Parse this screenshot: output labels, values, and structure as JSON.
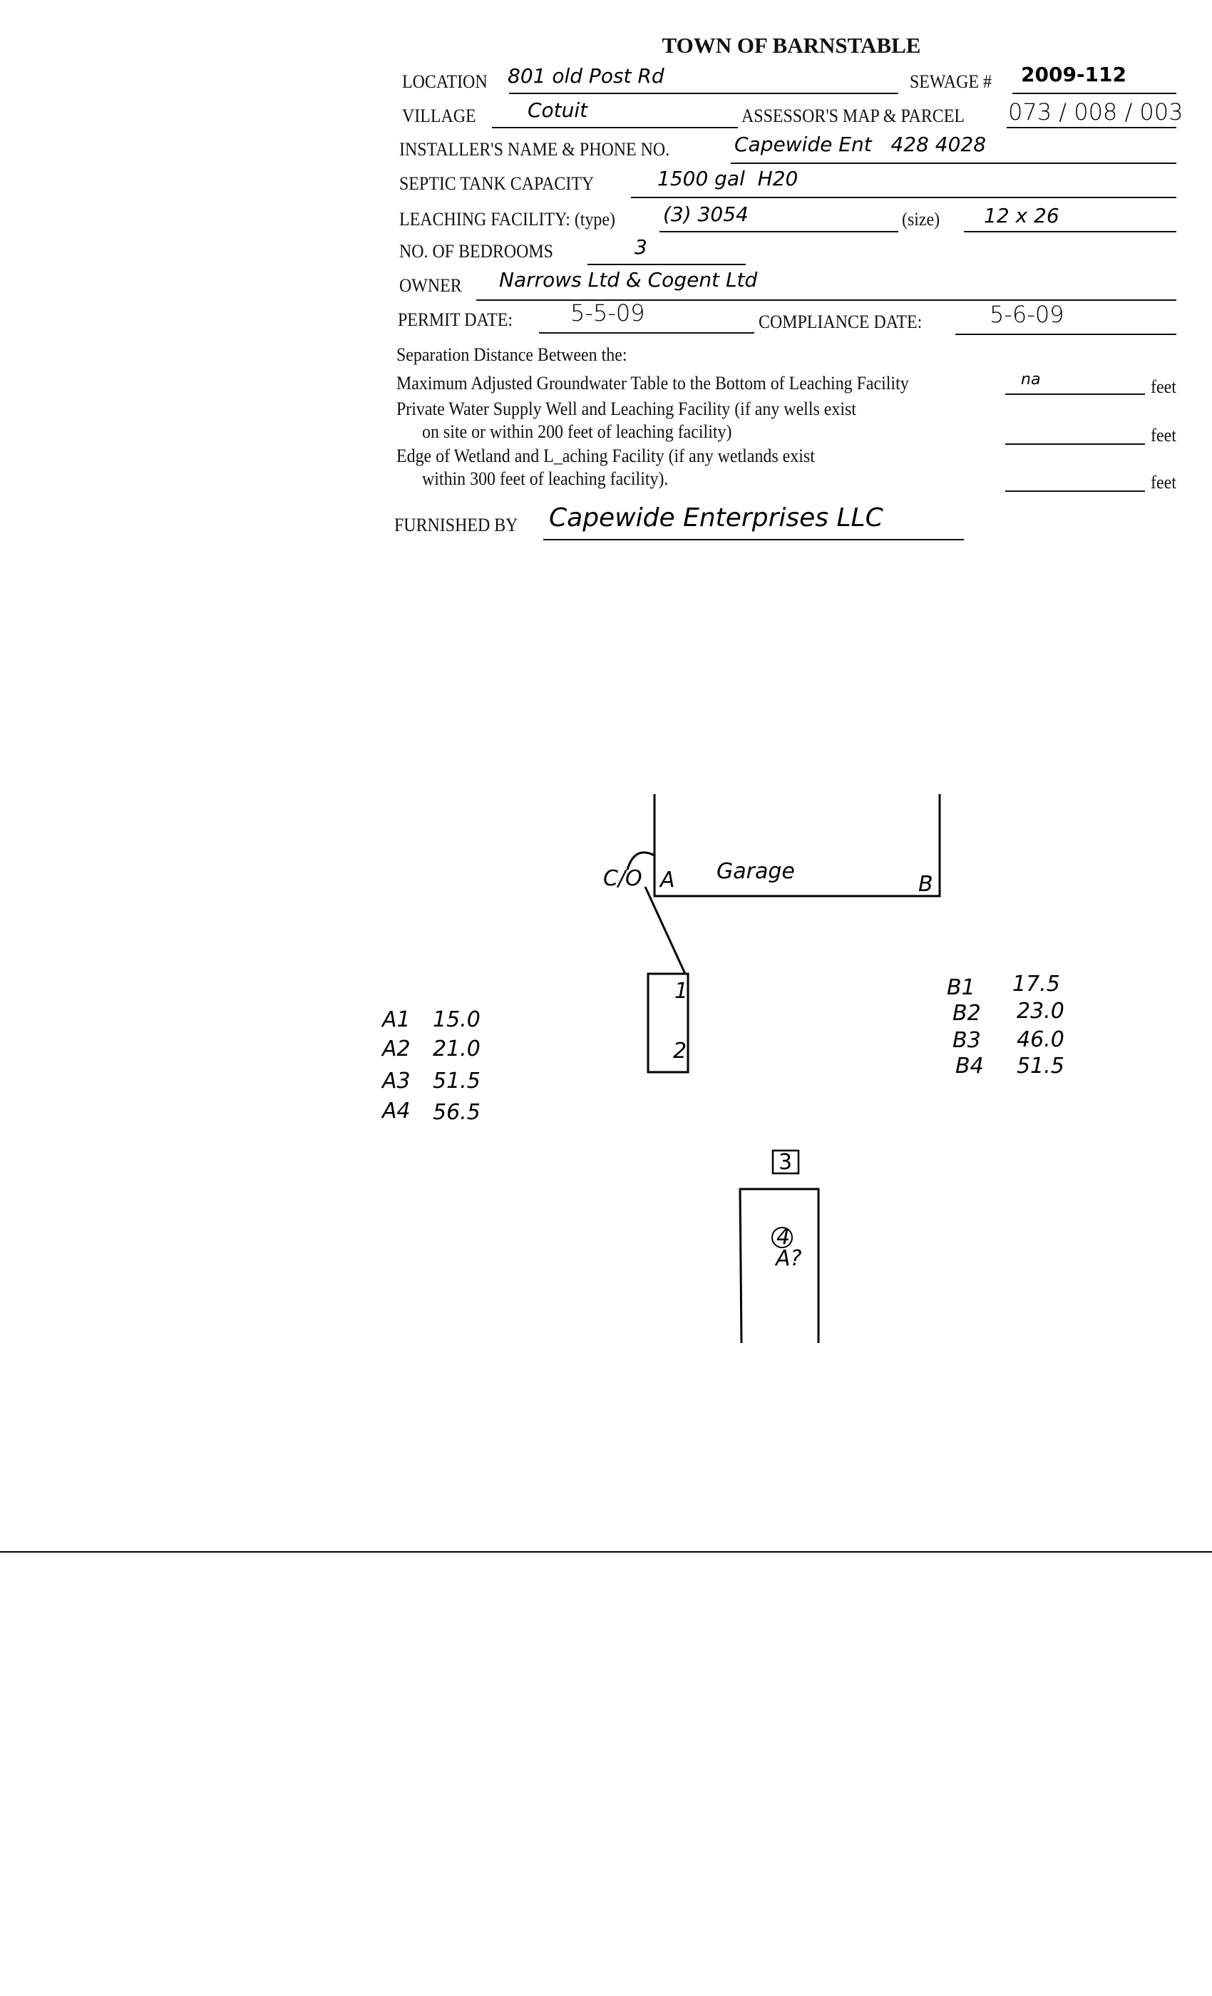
{
  "title": "TOWN OF BARNSTABLE",
  "form": {
    "location": {
      "label": "LOCATION",
      "value": "801 old Post Rd"
    },
    "sewage": {
      "label": "SEWAGE #",
      "value": "2009-112"
    },
    "village": {
      "label": "VILLAGE",
      "value": "Cotuit"
    },
    "assessor": {
      "label": "ASSESSOR'S MAP & PARCEL",
      "value": "073 / 008 / 003"
    },
    "installer": {
      "label": "INSTALLER'S NAME & PHONE NO.",
      "value": "Capewide Ent   428 4028"
    },
    "septic": {
      "label": "SEPTIC TANK CAPACITY",
      "value": "1500 gal  H20"
    },
    "leaching": {
      "label": "LEACHING FACILITY: (type)",
      "value": "(3) 3054",
      "size_label": "(size)",
      "size_value": "12 x 26"
    },
    "bedrooms": {
      "label": "NO. OF BEDROOMS",
      "value": "3"
    },
    "owner": {
      "label": "OWNER",
      "value": "Narrows Ltd & Cogent Ltd"
    },
    "permit_date": {
      "label": "PERMIT DATE:",
      "value": "5-5-09"
    },
    "compliance_date": {
      "label": "COMPLIANCE DATE:",
      "value": "5-6-09"
    }
  },
  "separation": {
    "heading": "Separation Distance Between the:",
    "groundwater": {
      "text": "Maximum Adjusted Groundwater Table to the Bottom of Leaching Facility",
      "value": "na",
      "unit": "feet"
    },
    "well_1": "Private Water Supply Well and Leaching Facility (if any wells exist",
    "well_2": "on site or within 200 feet of leaching facility)",
    "well_unit": "feet",
    "wetland_1": "Edge of Wetland and L_aching Facility (if any wetlands exist",
    "wetland_2": "within 300 feet of leaching facility).",
    "wetland_unit": "feet"
  },
  "furnished": {
    "label": "FURNISHED BY",
    "value": "Capewide Enterprises LLC"
  },
  "sketch": {
    "garage_label": "Garage",
    "corner_a": "A",
    "corner_b": "B",
    "cleanout": "C/O",
    "chamber_1": "1",
    "chamber_2": "2",
    "chamber_3": "3",
    "chamber_4": "4",
    "chamber_4_note": "A?",
    "a_ties": [
      {
        "label": "A1",
        "value": "15.0"
      },
      {
        "label": "A2",
        "value": "21.0"
      },
      {
        "label": "A3",
        "value": "51.5"
      },
      {
        "label": "A4",
        "value": "56.5"
      }
    ],
    "b_ties": [
      {
        "label": "B1",
        "value": "17.5"
      },
      {
        "label": "B2",
        "value": "23.0"
      },
      {
        "label": "B3",
        "value": "46.0"
      },
      {
        "label": "B4",
        "value": "51.5"
      }
    ]
  }
}
